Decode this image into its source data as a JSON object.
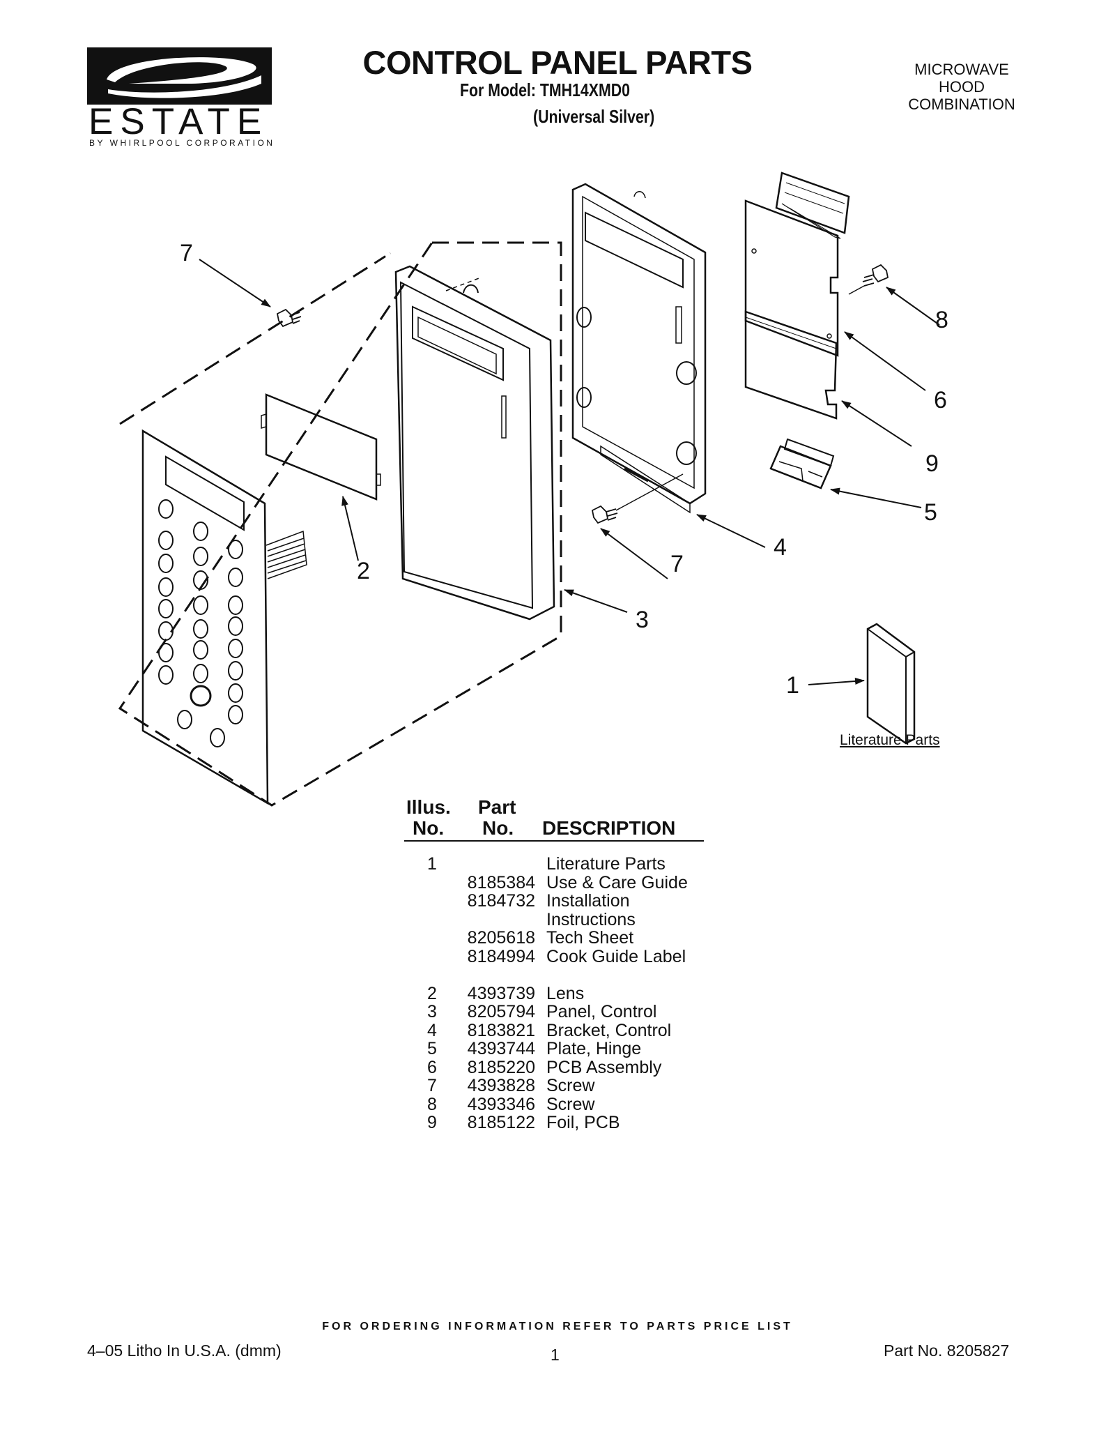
{
  "logo": {
    "wordmark": "ESTATE",
    "tagline": "BY WHIRLPOOL CORPORATION"
  },
  "header": {
    "title": "CONTROL PANEL PARTS",
    "model": "For Model: TMH14XMD0",
    "finish": "(Universal Silver)",
    "product_line": [
      "MICROWAVE",
      "HOOD",
      "COMBINATION"
    ]
  },
  "diagram": {
    "callouts": [
      "7",
      "8",
      "6",
      "9",
      "5",
      "4",
      "7",
      "2",
      "3",
      "1"
    ],
    "literature_caption": "Literature Parts"
  },
  "parts_table": {
    "headers": {
      "illus_1": "Illus.",
      "illus_2": "No.",
      "part_1": "Part",
      "part_2": "No.",
      "description": "DESCRIPTION"
    },
    "rows": [
      {
        "illus": "1",
        "part": "",
        "desc": "Literature Parts"
      },
      {
        "illus": "",
        "part": "8185384",
        "desc": "Use & Care Guide"
      },
      {
        "illus": "",
        "part": "8184732",
        "desc": "Installation"
      },
      {
        "illus": "",
        "part": "",
        "desc": "Instructions"
      },
      {
        "illus": "",
        "part": "8205618",
        "desc": "Tech Sheet"
      },
      {
        "illus": "",
        "part": "8184994",
        "desc": "Cook Guide Label"
      },
      {
        "illus": "2",
        "part": "4393739",
        "desc": "Lens"
      },
      {
        "illus": "3",
        "part": "8205794",
        "desc": "Panel, Control"
      },
      {
        "illus": "4",
        "part": "8183821",
        "desc": "Bracket, Control"
      },
      {
        "illus": "5",
        "part": "4393744",
        "desc": "Plate, Hinge"
      },
      {
        "illus": "6",
        "part": "8185220",
        "desc": "PCB Assembly"
      },
      {
        "illus": "7",
        "part": "4393828",
        "desc": "Screw"
      },
      {
        "illus": "8",
        "part": "4393346",
        "desc": "Screw"
      },
      {
        "illus": "9",
        "part": "8185122",
        "desc": "Foil, PCB"
      }
    ]
  },
  "footer": {
    "order_info": "FOR ORDERING INFORMATION REFER TO PARTS PRICE LIST",
    "litho": "4–05 Litho In U.S.A. (dmm)",
    "page": "1",
    "part_no": "Part No. 8205827"
  }
}
